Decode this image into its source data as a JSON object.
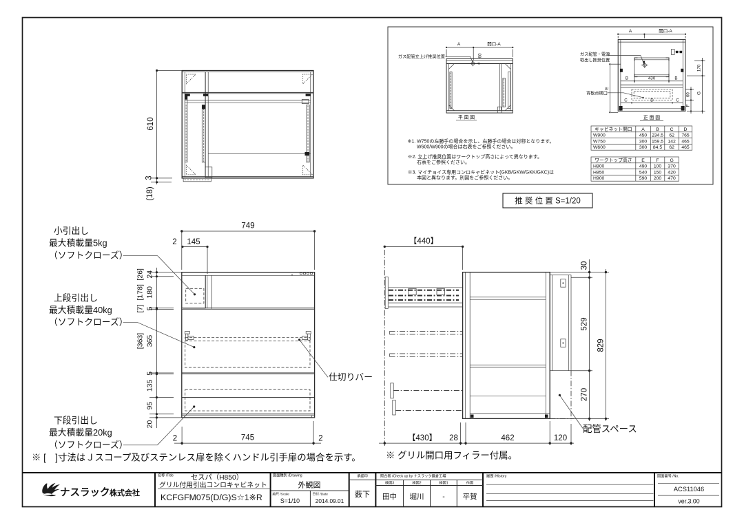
{
  "panel": {
    "caption": "推 奨 位 置  S=1/20",
    "plan_small": {
      "view_label": "平 面 図",
      "dim_a": "A",
      "dim_opening_a": "開口-A",
      "dim_60": "60",
      "leader_gas": "ガス配管立上げ推奨位置"
    },
    "rear_small": {
      "view_label": "正 面 図",
      "dim_a": "A",
      "dim_opening_a": "開口-A",
      "dim_b_left": "B",
      "dim_430": "430",
      "dim_b_right": "B",
      "dim_c_left": "C",
      "dim_d": "D",
      "dim_c_right": "C",
      "dim_e": "E",
      "dim_170": "170",
      "dim_g": "G",
      "dim_60": "60",
      "dim_f": "F",
      "leader_gas_1": "ガス配管・電源",
      "leader_gas_2": "取出し推奨位置",
      "leader_port": "背板点検口"
    },
    "notes": [
      "※1. W750の左勝手の場合を示し、右勝手の場合は対称となります。",
      "W600/W900の場合は右表をご参照ください。",
      "※2. 立上げ推奨位置はワークトップ高さによって異なります。",
      "右表をご参照ください。",
      "※3. マイチョイス専用コンロキャビネット(GKB/GKW/GKK/GKC)は",
      "本図と異なります。別図をご参照ください。"
    ],
    "tables": {
      "opening": {
        "title": "キャビネット開口",
        "cols": [
          "A",
          "B",
          "C",
          "D"
        ],
        "rows": [
          [
            "W900",
            "450",
            "234.5",
            "62",
            "765"
          ],
          [
            "W750",
            "300",
            "159.5",
            "142",
            "465"
          ],
          [
            "W600",
            "300",
            "84.5",
            "62",
            "465"
          ]
        ]
      },
      "worktop": {
        "title": "ワークトップ高さ",
        "cols": [
          "E",
          "F",
          "G"
        ],
        "rows": [
          [
            "H800",
            "490",
            "100",
            "370"
          ],
          [
            "H850",
            "540",
            "150",
            "420"
          ],
          [
            "H900",
            "590",
            "200",
            "470"
          ]
        ]
      }
    }
  },
  "plan_top": {
    "dim_610": "610",
    "dim_3": "3",
    "dim_18": "(18)"
  },
  "front_view": {
    "dim_749": "749",
    "dim_2_top": "2",
    "dim_145": "145",
    "chain": [
      "24",
      "180",
      "5",
      "365",
      "5",
      "135",
      "95",
      "20"
    ],
    "brackets": [
      "[26]",
      "[178]",
      "[7]",
      "[363]"
    ],
    "bottom": [
      "2",
      "745",
      "2"
    ],
    "label_small_drawer": [
      "小引出し",
      "最大積載量5kg",
      "（ソフトクローズ）"
    ],
    "label_upper_drawer": [
      "上段引出し",
      "最大積載量40kg",
      "（ソフトクローズ）"
    ],
    "label_lower_drawer": [
      "下段引出し",
      "最大積載量20kg",
      "（ソフトクローズ）"
    ],
    "label_divider_bar": "仕切りバー",
    "note": "※ [　]寸法はＪスコープ及びステンレス扉を除くハンドル引手扉の場合を示す。"
  },
  "side_view": {
    "dim_440": "【440】",
    "dim_30": "30",
    "dim_529": "529",
    "dim_829": "829",
    "dim_270": "270",
    "bottom": [
      "【430】",
      "28",
      "462",
      "120"
    ],
    "label_pipe_space": "配管スペース",
    "note": "※ グリル開口用フィラー付属。"
  },
  "title_block": {
    "company_main": "ナスラック",
    "company_sub": "株式会社",
    "name_label": "名称  /Title",
    "product_line1": "セスパ（H850）",
    "product_line2": "グリル付用引出コンロキャビネット",
    "model": "KCFGFM075(D/G)S☆1※R",
    "drawing_label": "図面種別 /Drawing",
    "drawing_type": "外観図",
    "scale_label": "縮尺  /Scale",
    "scale": "S=1/10",
    "date_label": "日付  /Date",
    "date": "2014.09.01",
    "approval_label": "承認印",
    "approver": "薮下",
    "check_label": "照合者  /Check up by  ナスラック鎌倉工場",
    "check_cols": [
      "検図3",
      "検図2",
      "検図1",
      "作図"
    ],
    "check_names": [
      "田中",
      "堀川",
      "-",
      "平賀"
    ],
    "history_label": "履歴   /History",
    "number_label": "図面番号  /No.",
    "number": "ACS11046",
    "version": "ver.3.00"
  }
}
